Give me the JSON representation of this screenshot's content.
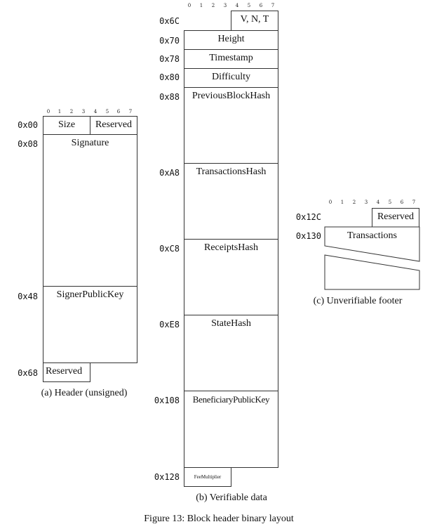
{
  "figure": {
    "caption": "Figure 13: Block header binary layout",
    "bit_labels": [
      "0",
      "1",
      "2",
      "3",
      "4",
      "5",
      "6",
      "7"
    ]
  },
  "header": {
    "caption": "(a) Header (unsigned)",
    "rows": [
      {
        "offset": "0x00",
        "fields": [
          "Size",
          "Reserved"
        ]
      },
      {
        "offset": "0x08",
        "fields": [
          "Signature"
        ]
      },
      {
        "offset": "0x48",
        "fields": [
          "SignerPublicKey"
        ]
      },
      {
        "offset": "0x68",
        "fields": [
          "Reserved"
        ]
      }
    ]
  },
  "verifiable": {
    "caption": "(b) Verifiable data",
    "rows": [
      {
        "offset": "0x6C",
        "field": "V, N, T"
      },
      {
        "offset": "0x70",
        "field": "Height"
      },
      {
        "offset": "0x78",
        "field": "Timestamp"
      },
      {
        "offset": "0x80",
        "field": "Difficulty"
      },
      {
        "offset": "0x88",
        "field": "PreviousBlockHash"
      },
      {
        "offset": "0xA8",
        "field": "TransactionsHash"
      },
      {
        "offset": "0xC8",
        "field": "ReceiptsHash"
      },
      {
        "offset": "0xE8",
        "field": "StateHash"
      },
      {
        "offset": "0x108",
        "field": "BeneficiaryPublicKey"
      },
      {
        "offset": "0x128",
        "field": "FeeMultiplier"
      }
    ]
  },
  "footer": {
    "caption": "(c) Unverifiable footer",
    "rows": [
      {
        "offset": "0x12C",
        "field": "Reserved"
      },
      {
        "offset": "0x130",
        "field": "Transactions"
      }
    ]
  }
}
